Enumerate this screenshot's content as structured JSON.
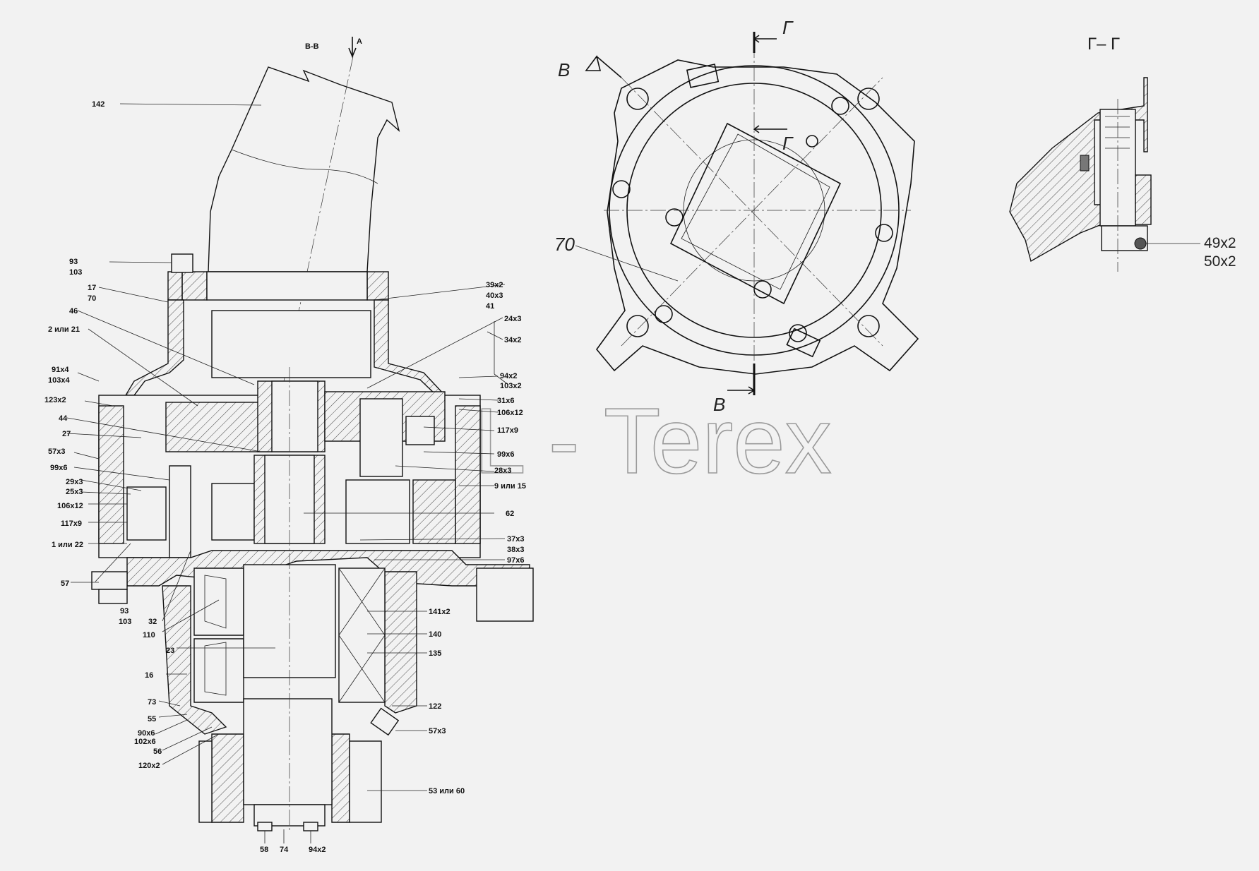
{
  "view_titles": {
    "section_bb": "В-В",
    "arrow_a": "А",
    "section_gg": "Г– Г",
    "cut_v_top": "В",
    "cut_v_bottom": "В",
    "cut_g_top": "Г",
    "cut_g_mid": "Г"
  },
  "watermark": "ALL - Terex",
  "left_labels": [
    {
      "id": "l142",
      "text": "142"
    },
    {
      "id": "l93a",
      "text": "93"
    },
    {
      "id": "l103a",
      "text": "103"
    },
    {
      "id": "l17",
      "text": "17"
    },
    {
      "id": "l70a",
      "text": "70"
    },
    {
      "id": "l46",
      "text": "46"
    },
    {
      "id": "l2or21",
      "text": "2 или 21"
    },
    {
      "id": "l91x4",
      "text": "91х4"
    },
    {
      "id": "l103x4",
      "text": "103х4"
    },
    {
      "id": "l123x2",
      "text": "123х2"
    },
    {
      "id": "l44",
      "text": "44"
    },
    {
      "id": "l27",
      "text": "27"
    },
    {
      "id": "l57x3a",
      "text": "57х3"
    },
    {
      "id": "l99x6a",
      "text": "99х6"
    },
    {
      "id": "l29x3",
      "text": "29х3"
    },
    {
      "id": "l25x3",
      "text": "25х3"
    },
    {
      "id": "l106x12a",
      "text": "106х12"
    },
    {
      "id": "l117x9a",
      "text": "117х9"
    },
    {
      "id": "l1or22",
      "text": "1 или 22"
    },
    {
      "id": "l57",
      "text": "57"
    },
    {
      "id": "l93b",
      "text": "93"
    },
    {
      "id": "l103b",
      "text": "103"
    },
    {
      "id": "l32",
      "text": "32"
    },
    {
      "id": "l110",
      "text": "110"
    },
    {
      "id": "l23",
      "text": "23"
    },
    {
      "id": "l16",
      "text": "16"
    },
    {
      "id": "l73",
      "text": "73"
    },
    {
      "id": "l55",
      "text": "55"
    },
    {
      "id": "l90x6",
      "text": "90х6"
    },
    {
      "id": "l102x6",
      "text": "102х6"
    },
    {
      "id": "l56",
      "text": "56"
    },
    {
      "id": "l120x2",
      "text": "120х2"
    }
  ],
  "right_labels": [
    {
      "id": "r39x2",
      "text": "39х2"
    },
    {
      "id": "r40x3",
      "text": "40х3"
    },
    {
      "id": "r41",
      "text": "41"
    },
    {
      "id": "r24x3",
      "text": "24х3"
    },
    {
      "id": "r34x2",
      "text": "34х2"
    },
    {
      "id": "r94x2",
      "text": "94х2"
    },
    {
      "id": "r103x2",
      "text": "103х2"
    },
    {
      "id": "r31x6",
      "text": "31х6"
    },
    {
      "id": "r106x12",
      "text": "106х12"
    },
    {
      "id": "r117x9",
      "text": "117х9"
    },
    {
      "id": "r99x6",
      "text": "99х6"
    },
    {
      "id": "r28x3",
      "text": "28х3"
    },
    {
      "id": "r9or15",
      "text": "9 или 15"
    },
    {
      "id": "r62",
      "text": "62"
    },
    {
      "id": "r37x3",
      "text": "37х3"
    },
    {
      "id": "r38x3",
      "text": "38х3"
    },
    {
      "id": "r97x6",
      "text": "97х6"
    },
    {
      "id": "r141x2",
      "text": "141х2"
    },
    {
      "id": "r140",
      "text": "140"
    },
    {
      "id": "r135",
      "text": "135"
    },
    {
      "id": "r122",
      "text": "122"
    },
    {
      "id": "r57x3",
      "text": "57х3"
    },
    {
      "id": "r53or60",
      "text": "53 или 60"
    }
  ],
  "bottom_labels": [
    {
      "id": "b58",
      "text": "58"
    },
    {
      "id": "b74",
      "text": "74"
    },
    {
      "id": "b94x2",
      "text": "94х2"
    }
  ],
  "flange_view_label": "70",
  "section_gg_labels": {
    "l49x2": "49х2",
    "l50x2": "50х2"
  }
}
